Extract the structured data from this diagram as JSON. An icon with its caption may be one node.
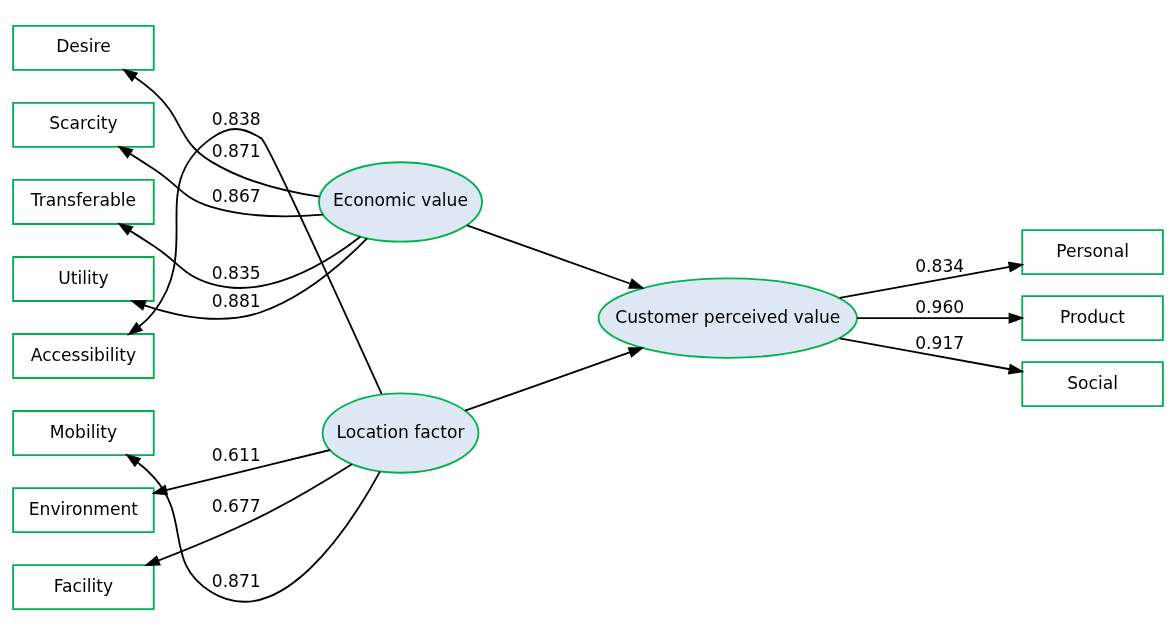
{
  "diagram": {
    "nodes": [
      {
        "text": [
          "Accessibility"
        ]
      },
      {
        "text": [
          "Environment"
        ]
      },
      {
        "text": [
          "Facility"
        ]
      },
      {
        "text": [
          "Mobility"
        ]
      },
      {
        "text": [
          "Location factor"
        ]
      },
      {
        "text": [
          "Desire"
        ]
      },
      {
        "text": [
          "Scarcity"
        ]
      },
      {
        "text": [
          "Transferable"
        ]
      },
      {
        "text": [
          "Utility"
        ]
      },
      {
        "text": [
          "Economic value"
        ]
      },
      {
        "text": [
          "Customer perceived value"
        ]
      },
      {
        "text": [
          "Personal"
        ]
      },
      {
        "text": [
          "Product"
        ]
      },
      {
        "text": [
          "Social"
        ]
      }
    ],
    "edges": [
      {
        "from": 4,
        "to": 0,
        "arrow": "to",
        "label": "0.838"
      },
      {
        "from": 4,
        "to": 1,
        "arrow": "to",
        "label": "0.611"
      },
      {
        "from": 4,
        "to": 2,
        "arrow": "to",
        "label": "0.677"
      },
      {
        "from": 4,
        "to": 3,
        "arrow": "to",
        "label": "0.871"
      },
      {
        "from": 9,
        "to": 5,
        "arrow": "to",
        "label": "0.871"
      },
      {
        "from": 9,
        "to": 6,
        "arrow": "to",
        "label": "0.867"
      },
      {
        "from": 9,
        "to": 7,
        "arrow": "to",
        "label": "0.835"
      },
      {
        "from": 9,
        "to": 8,
        "arrow": "to",
        "label": "0.881"
      },
      {
        "from": 4,
        "to": 10,
        "arrow": "to"
      },
      {
        "from": 9,
        "to": 10,
        "arrow": "to"
      },
      {
        "from": 10,
        "to": 11,
        "arrow": "to",
        "label": "0.834"
      },
      {
        "from": 10,
        "to": 12,
        "arrow": "to",
        "label": "0.960"
      },
      {
        "from": 10,
        "to": 13,
        "arrow": "to",
        "label": "0.917"
      }
    ]
  }
}
